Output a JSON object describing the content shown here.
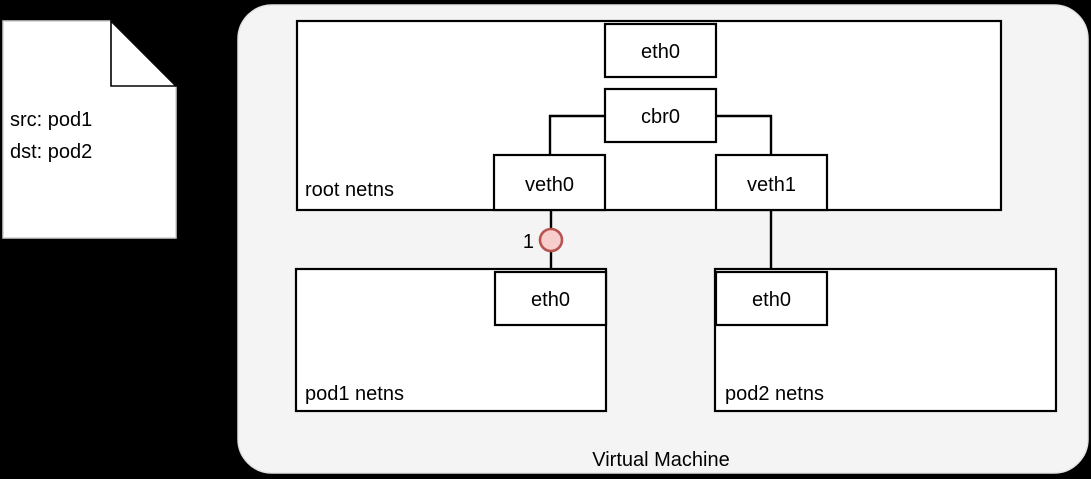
{
  "diagram": {
    "title": "Virtual Machine",
    "packet_note": {
      "name": "packet-note",
      "lines": [
        "src: pod1",
        "dst: pod2"
      ],
      "src_label": "src: pod1",
      "dst_label": "dst: pod2"
    },
    "namespaces": [
      {
        "id": "root-netns",
        "label": "root netns"
      },
      {
        "id": "pod1-netns",
        "label": "pod1 netns"
      },
      {
        "id": "pod2-netns",
        "label": "pod2 netns"
      }
    ],
    "interfaces": [
      {
        "id": "root-eth0",
        "label": "eth0",
        "parent": "root-netns"
      },
      {
        "id": "root-cbr0",
        "label": "cbr0",
        "parent": "root-netns"
      },
      {
        "id": "root-veth0",
        "label": "veth0",
        "parent": "root-netns"
      },
      {
        "id": "root-veth1",
        "label": "veth1",
        "parent": "root-netns"
      },
      {
        "id": "pod1-eth0",
        "label": "eth0",
        "parent": "pod1-netns"
      },
      {
        "id": "pod2-eth0",
        "label": "eth0",
        "parent": "pod2-netns"
      }
    ],
    "links": [
      {
        "from": "root-cbr0",
        "to": "root-veth0"
      },
      {
        "from": "root-cbr0",
        "to": "root-veth1"
      },
      {
        "from": "root-veth0",
        "to": "pod1-eth0",
        "step": "1"
      },
      {
        "from": "root-veth1",
        "to": "pod2-eth0"
      }
    ],
    "step_markers": [
      {
        "id": "step-1",
        "label": "1",
        "fill": "#f8cecc",
        "stroke": "#b85450"
      }
    ],
    "colors": {
      "background": "#000000",
      "vm_fill": "#f4f4f4",
      "box_fill": "#ffffff",
      "stroke": "#000000",
      "marker_fill": "#f8cecc",
      "marker_stroke": "#b85450"
    }
  }
}
